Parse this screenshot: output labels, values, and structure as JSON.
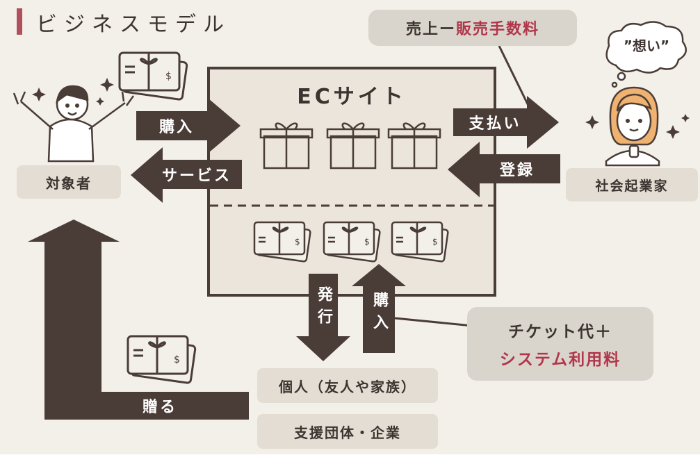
{
  "title": "ビジネスモデル",
  "ec_site": {
    "title": "ECサイト"
  },
  "arrows": {
    "purchase_to_site": "購入",
    "service_to_target": "サービス",
    "payment": "支払い",
    "register": "登録",
    "issue": "発行",
    "purchase_from_individual": "購入",
    "gift": "贈る"
  },
  "actors": {
    "target": "対象者",
    "entrepreneur": "社会起業家",
    "entrepreneur_thought": "”想い”",
    "individual": "個人（友人や家族）",
    "organization": "支援団体・企業"
  },
  "notes": {
    "revenue_prefix": "売上ー",
    "revenue_highlight": "販売手数料",
    "ticket_line1": "チケット代＋",
    "ticket_line2": "システム利用料"
  },
  "colors": {
    "background": "#f3efe9",
    "arrow": "#4a3c37",
    "box_fill": "#ece5dc",
    "label_fill": "#e3ddd3",
    "accent_red": "#b0364a",
    "title_bar": "#b0505c"
  }
}
